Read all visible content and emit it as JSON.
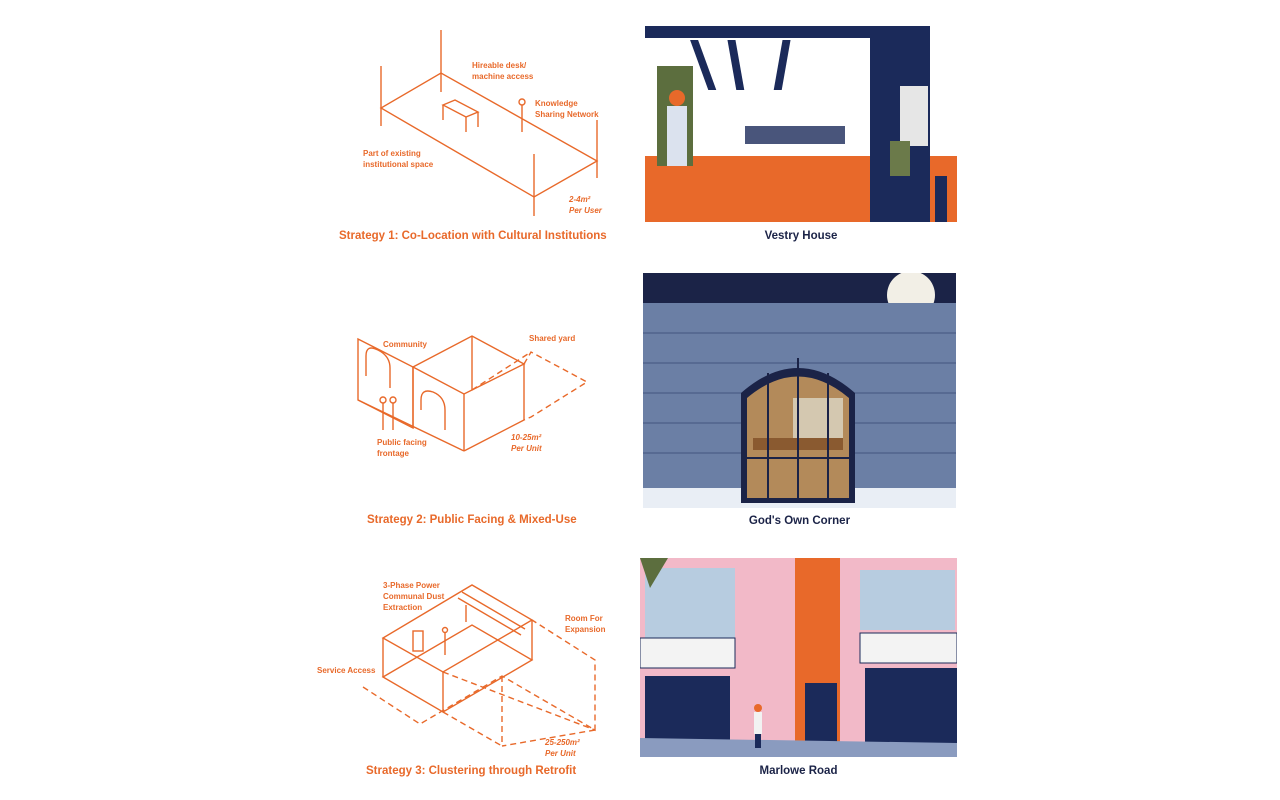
{
  "strategies": [
    {
      "title": "Strategy 1: Co-Location with Cultural Institutions",
      "labels": {
        "desk": "Hireable desk/",
        "desk2": "machine access",
        "network": "Knowledge",
        "network2": "Sharing Network",
        "space": "Part of existing",
        "space2": "institutional space",
        "size": "2-4m²",
        "size2": "Per User"
      },
      "image_caption": "Vestry House"
    },
    {
      "title": "Strategy 2: Public Facing & Mixed-Use",
      "labels": {
        "community": "Community",
        "yard": "Shared yard",
        "frontage": "Public facing",
        "frontage2": "frontage",
        "size": "10-25m²",
        "size2": "Per Unit"
      },
      "image_caption": "God's Own Corner"
    },
    {
      "title": "Strategy 3: Clustering through Retrofit",
      "labels": {
        "power": "3-Phase Power",
        "power2": "Communal Dust",
        "power3": "Extraction",
        "expansion": "Room For",
        "expansion2": "Expansion",
        "service": "Service Access",
        "size": "25-250m²",
        "size2": "Per Unit"
      },
      "image_caption": "Marlowe Road"
    }
  ],
  "colors": {
    "orange": "#e8692a",
    "navy": "#1b2a5a"
  }
}
